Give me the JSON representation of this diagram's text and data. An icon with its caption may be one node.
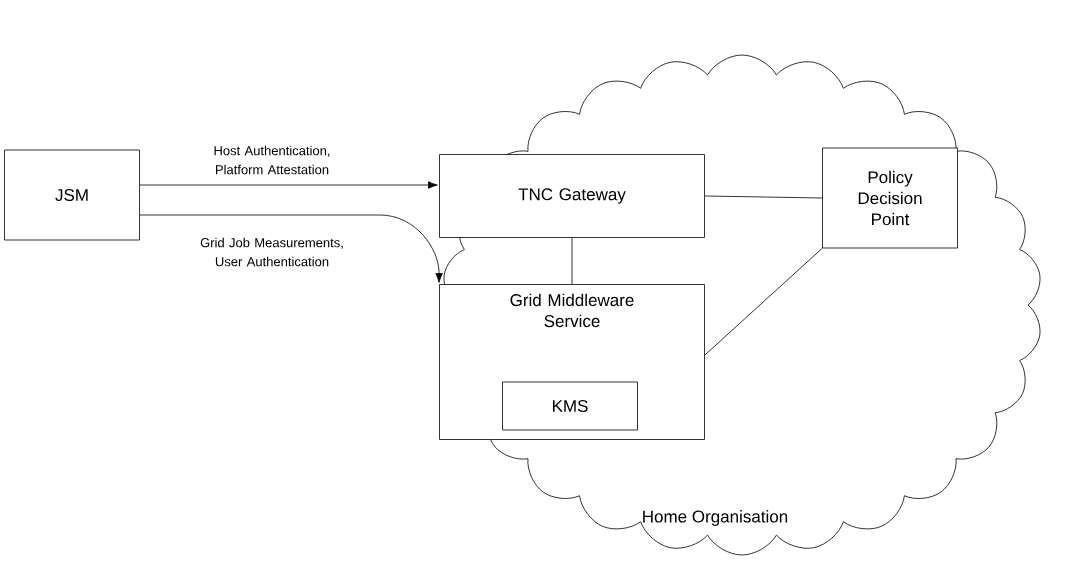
{
  "diagram": {
    "nodes": [
      {
        "text": [
          "Home Organisation"
        ]
      },
      {
        "text": [
          "JSM"
        ]
      },
      {
        "text": [
          "TNC Gateway"
        ],
        "in": 0
      },
      {
        "text": [
          "Policy Decision Point"
        ],
        "in": 0
      },
      {
        "text": [
          "Grid Middleware Service"
        ],
        "in": 0
      },
      {
        "text": [
          "KMS"
        ],
        "in": 4
      }
    ],
    "edges": [
      {
        "from": 1,
        "to": 2,
        "arrow": "to",
        "label": "Host Authentication, Platform Attestation"
      },
      {
        "from": 1,
        "to": 4,
        "arrow": "to",
        "label": "Grid Job Measurements, User Authentication"
      },
      {
        "from": 2,
        "to": 3,
        "arrow": "none"
      },
      {
        "from": 2,
        "to": 4,
        "arrow": "none"
      },
      {
        "from": 4,
        "to": 3,
        "arrow": "none"
      }
    ]
  }
}
